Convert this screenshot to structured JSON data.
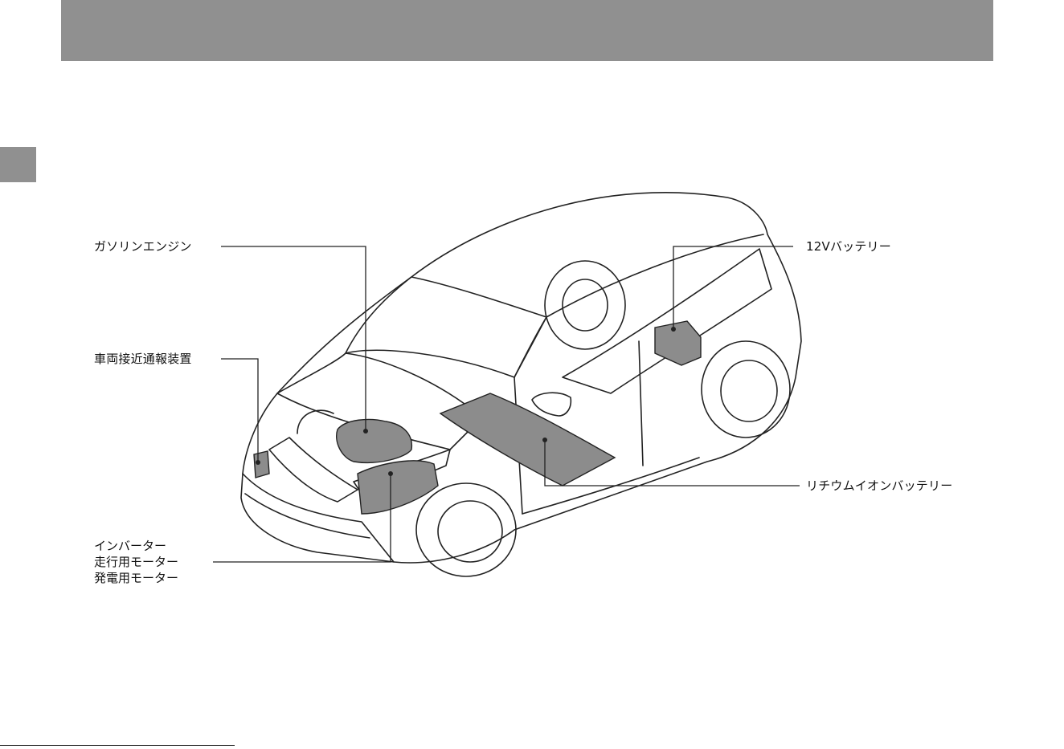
{
  "callouts": {
    "gasoline_engine": "ガソリンエンジン",
    "approach_warning": "車両接近通報装置",
    "battery_12v": "12Vバッテリー",
    "lithium_battery": "リチウムイオンバッテリー",
    "motor_group": [
      "インバーター",
      "走行用モーター",
      "発電用モーター"
    ]
  },
  "colors": {
    "header": "#909090",
    "component_fill": "#8c8c8c",
    "line": "#222222"
  }
}
